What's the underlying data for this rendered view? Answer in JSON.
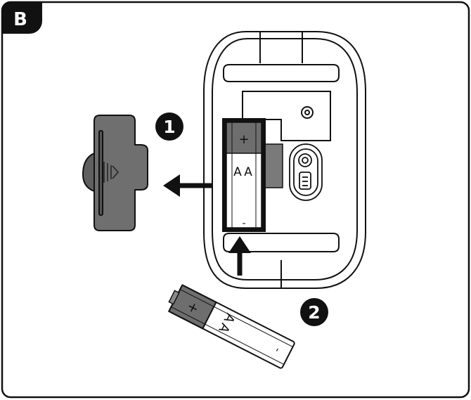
{
  "figure": {
    "panel_label": "B",
    "steps": [
      "1",
      "2"
    ],
    "battery_in_mouse": {
      "plus": "+",
      "type": "AA",
      "minus": "-"
    },
    "loose_battery": {
      "plus": "+",
      "type": "AA",
      "minus": "-"
    },
    "colors": {
      "panel_badge": "#111111",
      "line": "#111111",
      "battery_grey": "#6e6e6e",
      "cover_grey": "#6f6f6f",
      "background": "#ffffff"
    }
  }
}
